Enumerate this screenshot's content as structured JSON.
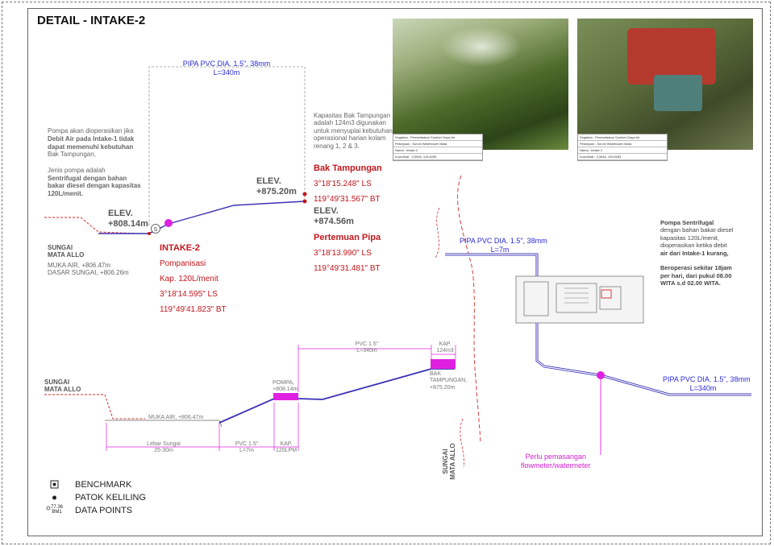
{
  "title": "DETAIL - INTAKE-2",
  "pipe_top": {
    "line1": "PIPA PVC DIA. 1.5\", 38mm",
    "line2": "L=340m"
  },
  "pump_note": {
    "lines": [
      "Pompa akan dioperasikan jika",
      "Debit Air pada Intake-1 tidak",
      "dapat memenuhi kebutuhan",
      "Bak Tampungan,",
      "",
      "Jenis pompa adalah",
      "Sentrifugal dengan bahan",
      "bakar diesel dengan kapasitas",
      "120L/menit."
    ]
  },
  "bak_note": {
    "lines": [
      "Kapasitas Bak Tampungan",
      "adalah 124m3 digunakan",
      "untuk menyuplai kebutuhan",
      "operasional harian kolam",
      "renang 1, 2 & 3."
    ]
  },
  "elev_left": {
    "line1": "ELEV.",
    "line2": "+808.14m"
  },
  "elev_mid": {
    "line1": "ELEV.",
    "line2": "+875.20m"
  },
  "elev_bak": {
    "line1": "ELEV.",
    "line2": "+874.56m"
  },
  "bak": {
    "name": "Bak Tampungan",
    "lat": "3°18'15.248\" LS",
    "lon": "119°49'31.567\" BT"
  },
  "pertemuan": {
    "name": "Pertemuan Pipa",
    "lat": "3°18'13.990\" LS",
    "lon": "119°49'31.481\" BT"
  },
  "intake": {
    "name": "INTAKE-2",
    "type": "Pompanisasi",
    "cap": "Kap. 120L/menit",
    "lat": "3°18'14.595\" LS",
    "lon": "119°49'41.823\" BT"
  },
  "sungai_left": {
    "line1": "SUNGAI",
    "line2": "MATA ALLO"
  },
  "river_levels": {
    "muka": "MUKA AIR, +806.47m",
    "dasar": "DASAR SUNGAI, +806.26m"
  },
  "photos": [
    {
      "caption": [
        "Kegiatan : Pemanfaatan Sumber Daya Air",
        "Pekerjaan : Survei Watertower Mata",
        "Nama : Intake 2",
        "Koordinat : 3,3046, 119,8283"
      ]
    },
    {
      "caption": [
        "Kegiatan : Pemanfaatan Sumber Daya Air",
        "Pekerjaan : Survei Watertower Mata",
        "Nama : Intake 2",
        "Koordinat : 3,3046, 119,8283"
      ]
    }
  ],
  "pipe_right_short": {
    "line1": "PIPA PVC DIA. 1.5\", 38mm",
    "line2": "L=7m"
  },
  "pipe_right_long": {
    "line1": "PIPA PVC DIA. 1.5\", 38mm",
    "line2": "L=340m"
  },
  "pompa_note": {
    "lines": [
      "Pompa Sentrifugal",
      "dengan bahan bakar diesel",
      "kapasitas 120L/menit,",
      "dioperasikan ketika debit",
      "air dari Intake-1 kurang,",
      "",
      "Beroperasi sekitar 18jam",
      "per hari, dari pukul 08.00",
      "WITA s.d 02.00 WITA."
    ]
  },
  "flowmeter_note": {
    "line1": "Perlu pemasangan",
    "line2": "flowmeter/watermeter"
  },
  "sungai_vertical": {
    "line1": "SUNGAI",
    "line2": "MATA ALLO"
  },
  "profile": {
    "sungai": {
      "line1": "SUNGAI",
      "line2": "MATA ALLO"
    },
    "muka_air": "MUKA AIR, +806.47m",
    "pvc_top": {
      "line1": "PVC 1.5\"",
      "line2": "L=340m"
    },
    "kap_top": {
      "line1": "KAP.",
      "line2": "124m3"
    },
    "pompa": {
      "line1": "POMPA,",
      "line2": "+808.14m"
    },
    "bak": {
      "line1": "BAK",
      "line2": "TAMPUNGAN,",
      "line3": "+875.20m"
    },
    "lebar": {
      "line1": "Lebar Sungai",
      "line2": "25-30m"
    },
    "pvc_bottom": {
      "line1": "PVC 1.5\"",
      "line2": "L=7m"
    },
    "kap_bottom": {
      "line1": "KAP.",
      "line2": "120LPM"
    }
  },
  "legend": {
    "benchmark": "BENCHMARK",
    "patok": "PATOK KELILING",
    "data_points": "DATA POINTS",
    "data_icon_top": "77.36",
    "data_icon_bottom": "BM1"
  },
  "colors": {
    "pipe": "#3a30b4",
    "river": "#d42a2a",
    "accent": "#e020e0",
    "label_red": "#c3161c",
    "label_blue": "#2a2ad6"
  }
}
